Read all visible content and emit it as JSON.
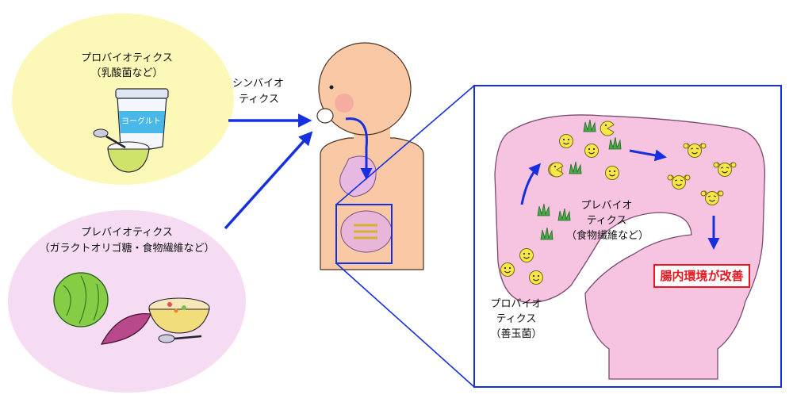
{
  "probiotics_panel": {
    "title": "プロバイオティクス",
    "subtitle": "（乳酸菌など）",
    "yogurt_label": "ヨーグルト"
  },
  "prebiotics_panel": {
    "title": "プレバイオティクス",
    "subtitle": "（ガラクトオリゴ糖・食物繊維など）"
  },
  "synbiotics_label": {
    "line1": "シンバイオ",
    "line2": "ティクス"
  },
  "intestine_panel": {
    "prebiotics_line1": "プレバイオ",
    "prebiotics_line2": "ティクス",
    "prebiotics_line3": "（食物繊維など）",
    "probiotics_line1": "プロバイオ",
    "probiotics_line2": "ティクス",
    "probiotics_line3": "（善玉菌）",
    "result": "腸内環境が改善"
  },
  "colors": {
    "probiotics_bg": "#fbf8b8",
    "prebiotics_bg": "#f6dcf3",
    "arrow_blue": "#1630e0",
    "skin": "#f9c9a6",
    "intestine_pink": "#f6c3e0",
    "bacteria_yellow": "#f5e64a",
    "result_red": "#e8161e"
  }
}
